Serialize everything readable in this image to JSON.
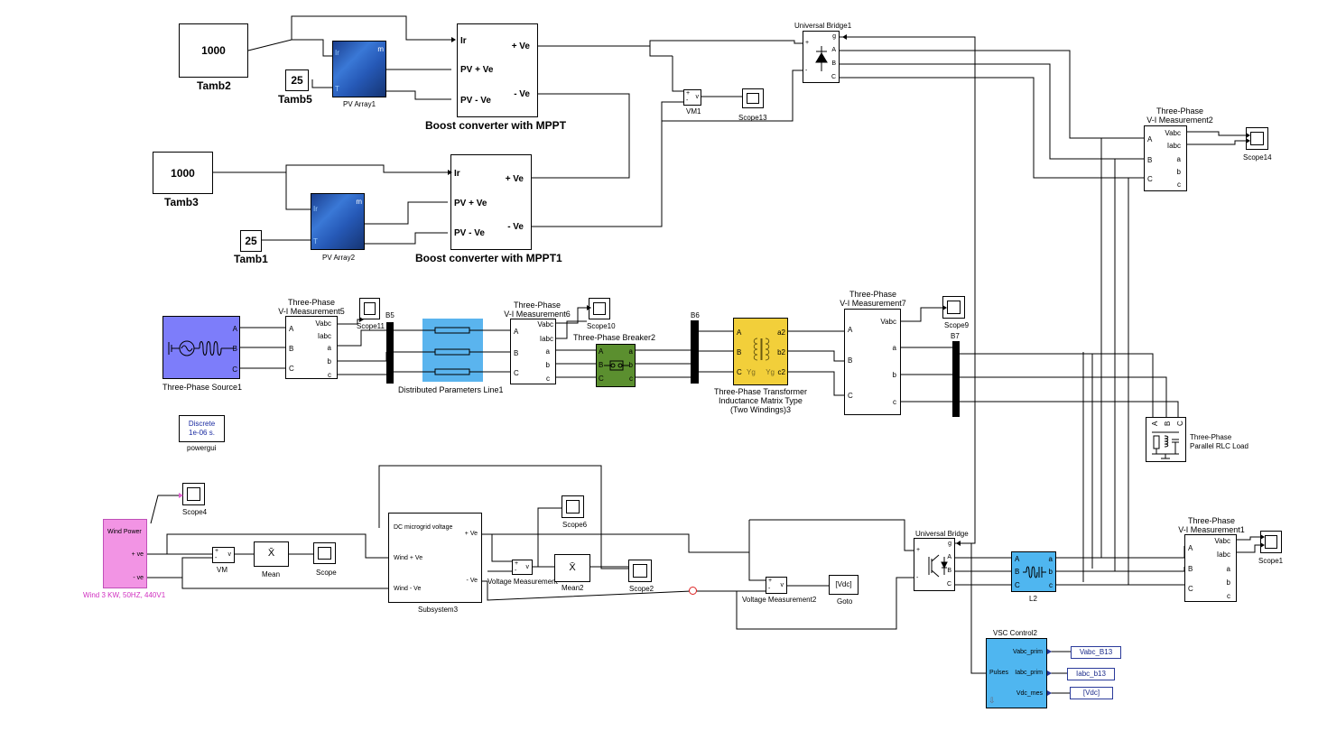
{
  "diagram": {
    "constants": [
      {
        "value": "1000",
        "label": "Tamb2"
      },
      {
        "value": "25",
        "label": "Tamb5"
      },
      {
        "value": "1000",
        "label": "Tamb3"
      },
      {
        "value": "25",
        "label": "Tamb1"
      }
    ],
    "pv_arrays": [
      "PV Array1",
      "PV Array2"
    ],
    "boost_converters": [
      {
        "title": "Boost converter with MPPT",
        "ports_in": [
          "Ir",
          "PV + Ve",
          "PV - Ve"
        ],
        "ports_out": [
          "+ Ve",
          "- Ve"
        ]
      },
      {
        "title": "Boost converter with MPPT1",
        "ports_in": [
          "Ir",
          "PV + Ve",
          "PV - Ve"
        ],
        "ports_out": [
          "+ Ve",
          "- Ve"
        ]
      }
    ],
    "universal_bridge1": {
      "title": "Universal Bridge1",
      "ports": [
        "g",
        "A",
        "B",
        "C"
      ]
    },
    "vm1": "VM1",
    "scopes": {
      "scope13": "Scope13",
      "scope14": "Scope14",
      "scope11": "Scope11",
      "scope10": "Scope10",
      "scope9": "Scope9",
      "scope4": "Scope4",
      "scope6": "Scope6",
      "scope": "Scope",
      "scope2": "Scope2",
      "scope1": "Scope1"
    },
    "vi_meas2": {
      "title1": "Three-Phase",
      "title2": "V-I Measurement2",
      "left": [
        "A",
        "B",
        "C"
      ],
      "right": [
        "Vabc",
        "Iabc",
        "a",
        "b",
        "c"
      ]
    },
    "source": "Three-Phase Source1",
    "source_ports": [
      "A",
      "B",
      "C"
    ],
    "vi_meas5": {
      "title1": "Three-Phase",
      "title2": "V-I Measurement5",
      "left": [
        "A",
        "B",
        "C"
      ],
      "right": [
        "Vabc",
        "Iabc",
        "a",
        "b",
        "c"
      ]
    },
    "bus_b5": "B5",
    "line": "Distributed Parameters Line1",
    "vi_meas6": {
      "title1": "Three-Phase",
      "title2": "V-I Measurement6",
      "left": [
        "A",
        "B",
        "C"
      ],
      "right": [
        "Vabc",
        "Iabc",
        "a",
        "b",
        "c"
      ]
    },
    "breaker": {
      "title": "Three-Phase Breaker2",
      "ports_l": [
        "A",
        "B",
        "C"
      ],
      "ports_r": [
        "a",
        "b",
        "c"
      ]
    },
    "bus_b6": "B6",
    "transformer": {
      "line1": "Three-Phase Transformer",
      "line2": "Inductance Matrix Type",
      "line3": "(Two Windings)3",
      "ports_l": [
        "A",
        "B",
        "C"
      ],
      "ports_r": [
        "a2",
        "b2",
        "c2"
      ],
      "yg_l": "Yg",
      "yg_r": "Yg"
    },
    "vi_meas7": {
      "title1": "Three-Phase",
      "title2": "V-I Measurement7",
      "left": [
        "A",
        "B",
        "C"
      ],
      "right": [
        "Vabc",
        "a",
        "b",
        "c"
      ]
    },
    "bus_b7": "B7",
    "rlc_load": {
      "line1": "Three-Phase",
      "line2": "Parallel RLC Load",
      "ports": [
        "A",
        "B",
        "C"
      ]
    },
    "powergui": {
      "line1": "Discrete",
      "line2": "1e-06 s.",
      "label": "powergui"
    },
    "wind": {
      "title": "Wind Power",
      "port_pos": "+ ve",
      "port_neg": "- ve",
      "label": "Wind 3 KW, 50HZ, 440V1"
    },
    "vm": "VM",
    "mean": "Mean",
    "mean2": "Mean2",
    "mean_symbol": "X̄",
    "vm_symbol_plus": "+",
    "vm_symbol_minus": "-",
    "vm_symbol_v": "v",
    "subsystem3": {
      "label": "Subsystem3",
      "ports_in": [
        "DC microgrid voltage",
        "Wind + Ve",
        "Wind - Ve"
      ],
      "ports_out": [
        "+ Ve",
        "- Ve"
      ]
    },
    "voltage_meas": "Voltage Measurement",
    "voltage_meas2": "Voltage Measurement2",
    "goto": {
      "tag": "[Vdc]",
      "label": "Goto"
    },
    "universal_bridge": {
      "title": "Universal Bridge",
      "ports": [
        "g",
        "A",
        "B",
        "C"
      ]
    },
    "l2": {
      "label": "L2",
      "ports_l": [
        "A",
        "B",
        "C"
      ],
      "ports_r": [
        "a",
        "b",
        "c"
      ]
    },
    "vi_meas1": {
      "title1": "Three-Phase",
      "title2": "V-I Measurement1",
      "left": [
        "A",
        "B",
        "C"
      ],
      "right": [
        "Vabc",
        "Iabc",
        "a",
        "b",
        "c"
      ]
    },
    "vsc": {
      "title": "VSC Control2",
      "out": "Pulses",
      "inputs": [
        "Vabc_prim",
        "Iabc_prim",
        "Vdc_mes"
      ]
    },
    "from_tags": [
      "Vabc_B13",
      "Iabc_b13",
      "[Vdc]"
    ]
  }
}
